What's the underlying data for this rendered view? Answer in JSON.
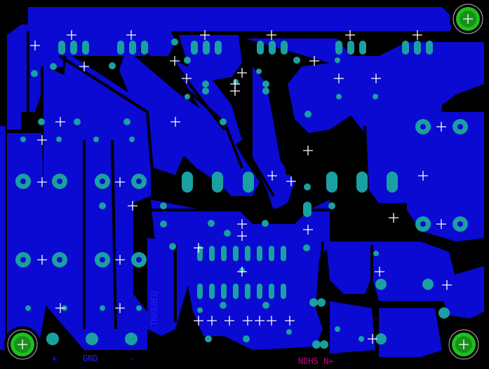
{
  "board": {
    "copper_color": "#0a0ad2",
    "background_color": "#000000",
    "pad_color": "#1aa0a0",
    "crosshair_color": "#ffffff",
    "mount_hole_color": "#1fc01f",
    "silkscreen_blue": "#2020ff",
    "silkscreen_magenta": "#c0007f"
  },
  "labels": {
    "left_connector_a": "+",
    "left_connector_b": "GND",
    "left_connector_c": "-",
    "vertical_text": "ΤΗΛΕΘΕΩ",
    "right_connector": "NDHS N+"
  }
}
